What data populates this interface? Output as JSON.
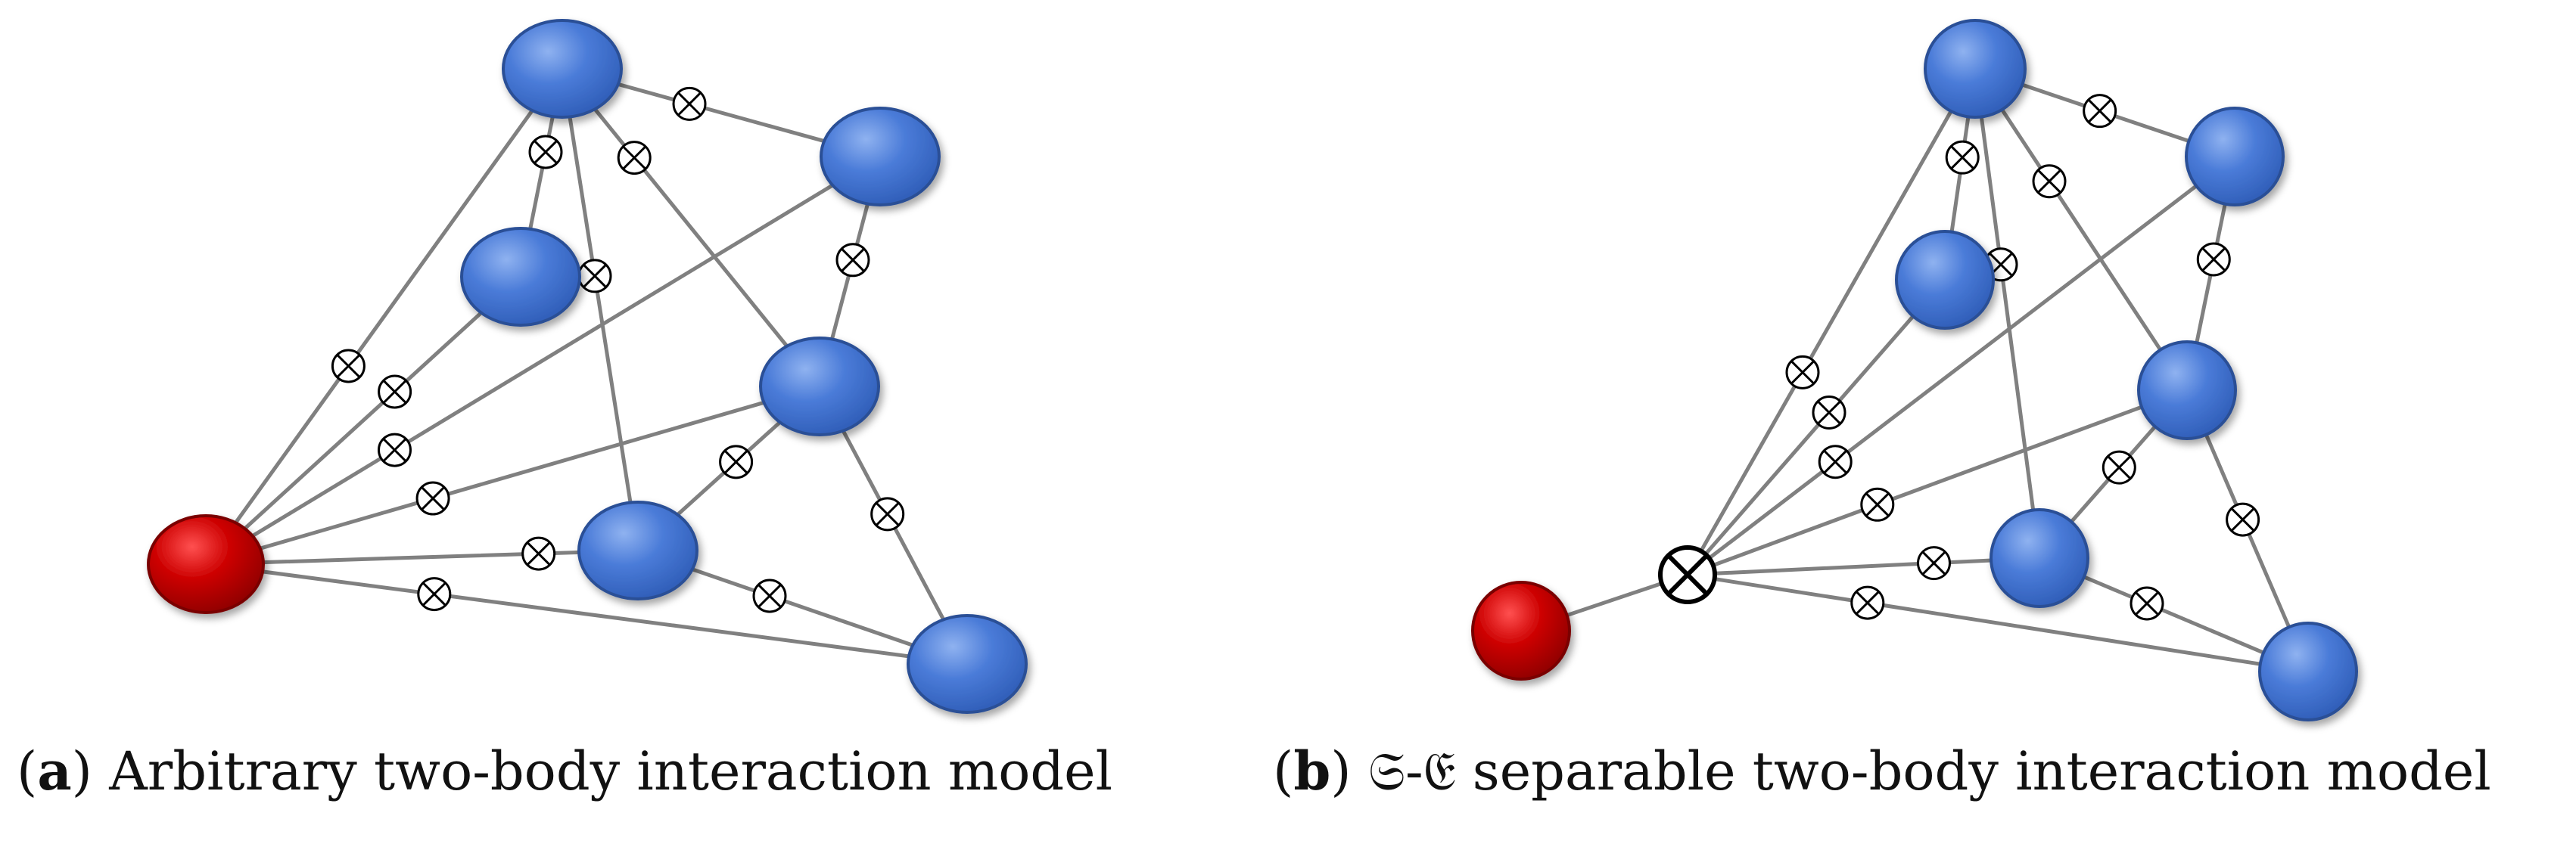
{
  "colors": {
    "edge": "#808080",
    "node_blue": "#4a7bd8",
    "node_blue_stroke": "#2c4f96",
    "node_red": "#cc0000",
    "node_red_stroke": "#7a0000",
    "tensor_symbol": "#000000"
  },
  "diagram": {
    "tensor_symbol_name": "otimes-icon",
    "panels": [
      {
        "id": "a",
        "caption": {
          "open": "(",
          "label": "a",
          "close": ")",
          "text": " Arbitrary two-body interaction model"
        }
      },
      {
        "id": "b",
        "caption": {
          "open": "(",
          "label": "b",
          "close": ")",
          "text": " 𝔖-𝔈 separable two-body interaction model"
        }
      }
    ]
  }
}
